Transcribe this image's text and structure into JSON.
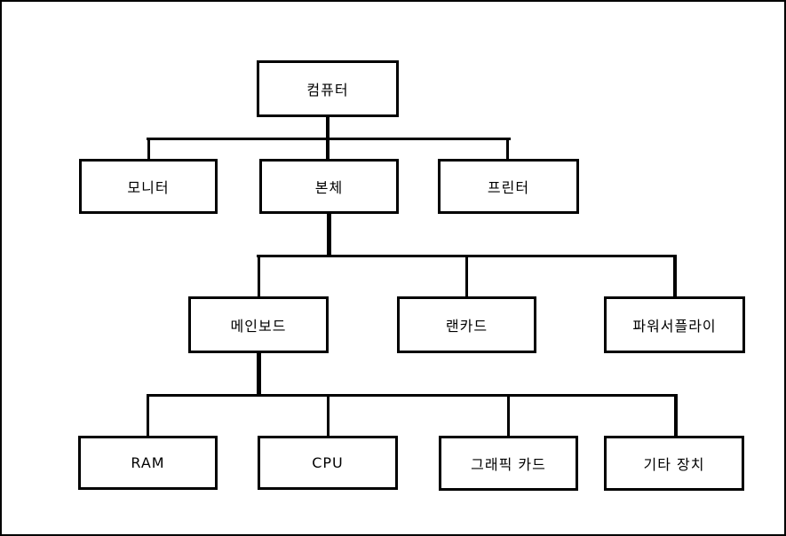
{
  "diagram": {
    "type": "tree",
    "description": "Computer hardware hierarchy diagram (Korean)",
    "nodes": [
      {
        "id": "computer",
        "label": "컴퓨터",
        "level": 1,
        "parent": null
      },
      {
        "id": "monitor",
        "label": "모니터",
        "level": 2,
        "parent": "computer"
      },
      {
        "id": "main-unit",
        "label": "본체",
        "level": 2,
        "parent": "computer"
      },
      {
        "id": "printer",
        "label": "프린터",
        "level": 2,
        "parent": "computer"
      },
      {
        "id": "mainboard",
        "label": "메인보드",
        "level": 3,
        "parent": "main-unit"
      },
      {
        "id": "lan-card",
        "label": "랜카드",
        "level": 3,
        "parent": "main-unit"
      },
      {
        "id": "power-supply",
        "label": "파워서플라이",
        "level": 3,
        "parent": "main-unit"
      },
      {
        "id": "ram",
        "label": "RAM",
        "level": 4,
        "parent": "mainboard"
      },
      {
        "id": "cpu",
        "label": "CPU",
        "level": 4,
        "parent": "mainboard"
      },
      {
        "id": "graphics-card",
        "label": "그래픽 카드",
        "level": 4,
        "parent": "mainboard"
      },
      {
        "id": "etc-device",
        "label": "기타 장치",
        "level": 4,
        "parent": "mainboard"
      }
    ],
    "edges": [
      [
        "computer",
        "monitor"
      ],
      [
        "computer",
        "main-unit"
      ],
      [
        "computer",
        "printer"
      ],
      [
        "main-unit",
        "mainboard"
      ],
      [
        "main-unit",
        "lan-card"
      ],
      [
        "main-unit",
        "power-supply"
      ],
      [
        "mainboard",
        "ram"
      ],
      [
        "mainboard",
        "cpu"
      ],
      [
        "mainboard",
        "graphics-card"
      ],
      [
        "mainboard",
        "etc-device"
      ]
    ],
    "colors": {
      "line": "#000000",
      "box_border": "#000000",
      "background": "#ffffff",
      "text": "#000000"
    }
  }
}
